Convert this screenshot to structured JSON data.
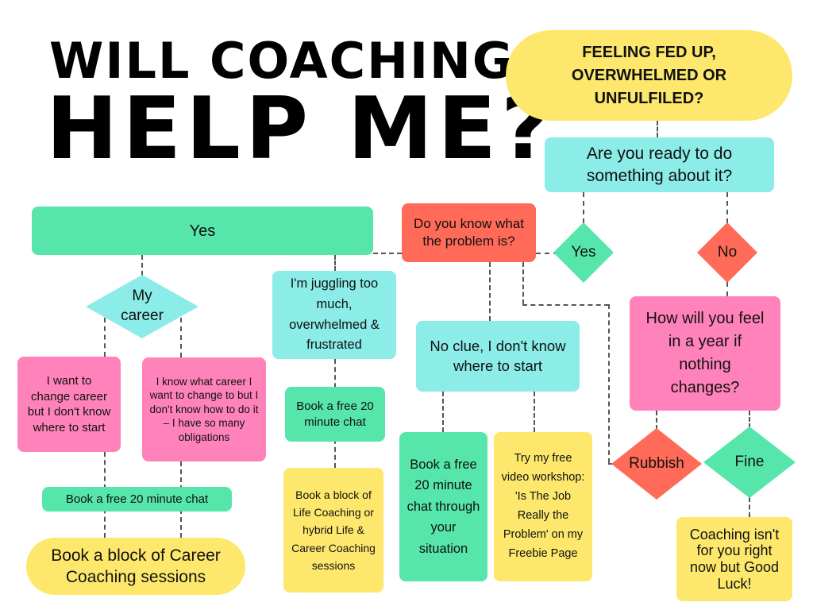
{
  "title": {
    "line1": "WILL COACHING",
    "line2": "HELP ME?"
  },
  "start": "FEELING FED UP, OVERWHELMED OR UNFULFILED?",
  "ready": "Are you ready to do something about it?",
  "ready_yes": "Yes",
  "ready_no": "No",
  "know_problem": "Do you know what the problem is?",
  "yes_bar": "Yes",
  "my_career": "My career",
  "career_a": "I want to change career but I don't know where to start",
  "career_b": "I know what career I want to change to but I don't know how to do it – I have so many obligations",
  "career_chat": "Book a free 20 minute chat",
  "career_sessions": "Book a block of Career Coaching sessions",
  "juggling": "I'm juggling too much, overwhelmed & frustrated",
  "juggling_chat": "Book a free 20 minute chat",
  "life_sessions": "Book a block of Life Coaching or hybrid Life & Career Coaching sessions",
  "no_clue": "No clue, I don't know where to start",
  "no_clue_chat": "Book a free 20 minute chat through your situation",
  "workshop": "Try my free video workshop: 'Is The Job Really the Problem' on my Freebie Page",
  "feel_year": "How will you feel in a year if nothing changes?",
  "rubbish": "Rubbish",
  "fine": "Fine",
  "not_for_you": "Coaching isn't for you right now but Good Luck!"
}
